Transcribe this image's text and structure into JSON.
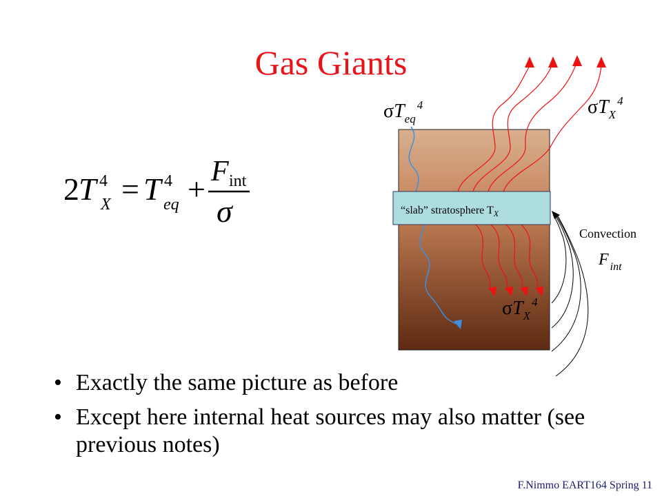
{
  "slide": {
    "title": "Gas Giants",
    "bullets": [
      "Exactly the same picture as before",
      "Except here internal heat sources may also matter (see previous notes)"
    ],
    "footer": "F.Nimmo EART164 Spring 11"
  },
  "equation": {
    "lhs_coef": "2",
    "T": "T",
    "exp": "4",
    "sub_x": "X",
    "sub_eq": "eq",
    "equals": "=",
    "plus": "+",
    "F": "F",
    "sub_int": "int",
    "sigma": "σ"
  },
  "diagram": {
    "label_top_left": {
      "sigma": "σ",
      "T": "T",
      "sub": "eq",
      "sup": "4"
    },
    "label_top_right": {
      "sigma": "σ",
      "T": "T",
      "sub": "X",
      "sup": "4"
    },
    "label_bottom": {
      "sigma": "σ",
      "T": "T",
      "sub": "X",
      "sup": "4"
    },
    "slab_label": "“slab” stratosphere T",
    "slab_sub": "X",
    "convection": "Convection",
    "f_int": {
      "F": "F",
      "sub": "int"
    },
    "colors": {
      "upper": "#d5a785",
      "lower_top": "#b9774f",
      "lower_bottom": "#5e2a12",
      "slab": "#aedde0",
      "red": "#ee1111",
      "blue": "#3d8fe0"
    }
  }
}
